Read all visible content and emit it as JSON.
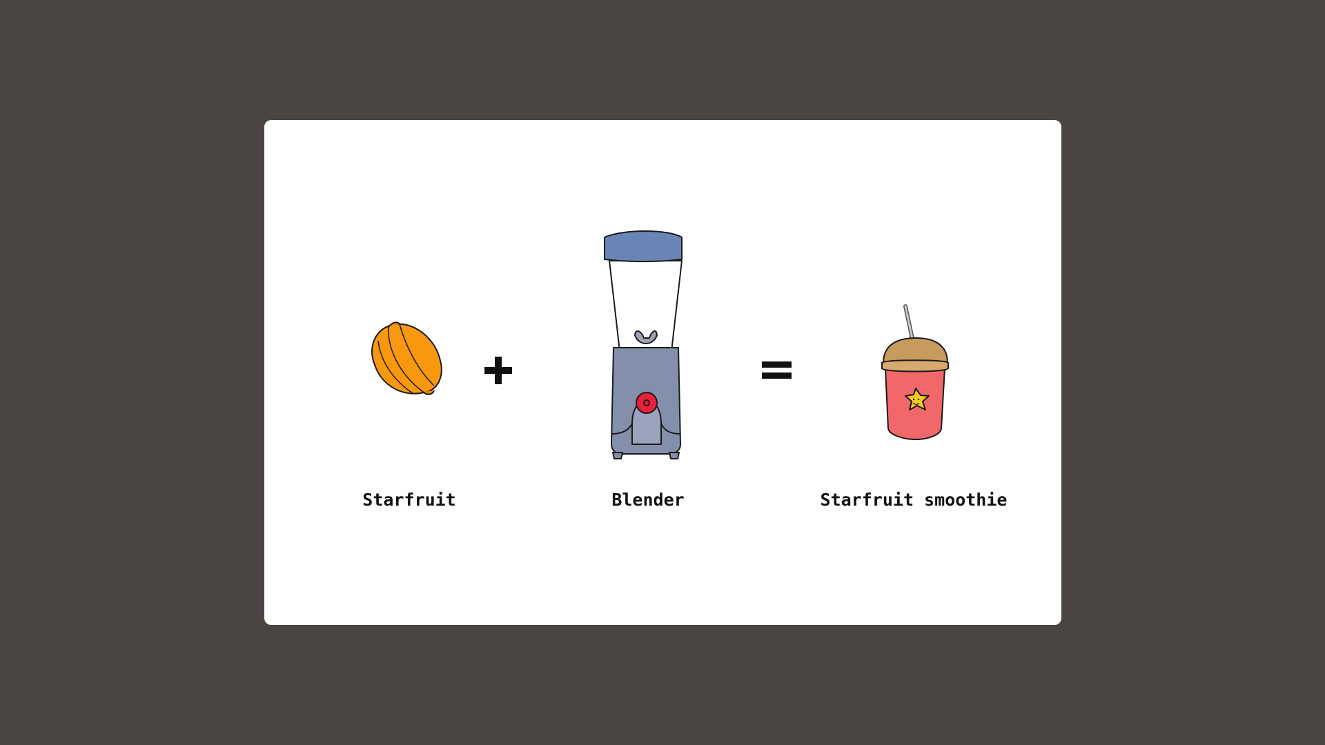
{
  "items": [
    {
      "label": "Starfruit",
      "icon": "starfruit-icon"
    },
    {
      "label": "Blender",
      "icon": "blender-icon"
    },
    {
      "label": "Starfruit smoothie",
      "icon": "smoothie-cup-icon"
    }
  ],
  "operators": {
    "plus": "+",
    "equals": "="
  },
  "colors": {
    "background": "#4a4543",
    "card": "#ffffff",
    "starfruit": "#f7980f",
    "blender_lid": "#6b84b6",
    "blender_base": "#8490ab",
    "blender_button": "#e8203a",
    "cup": "#f2676a",
    "cup_lid": "#c79a5e",
    "star": "#f6c928"
  }
}
